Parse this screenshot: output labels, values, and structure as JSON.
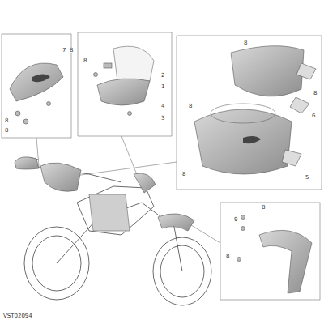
{
  "diagram": {
    "labels": [
      "7",
      "8",
      "8",
      "8",
      "8",
      "2",
      "1",
      "4",
      "3",
      "8",
      "8",
      "8",
      "8",
      "5",
      "6",
      "8",
      "9",
      "8",
      "VST02094"
    ]
  }
}
